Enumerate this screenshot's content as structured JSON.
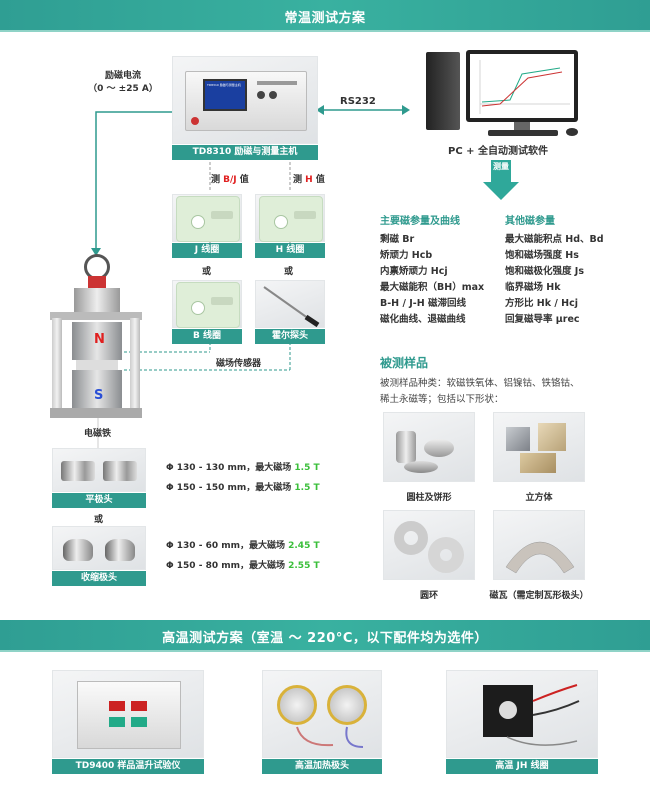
{
  "top_banner": {
    "title": "常温测试方案"
  },
  "main_unit": {
    "label": "TD8310 励磁与测量主机",
    "excitation_title": "励磁电流",
    "excitation_range": "（0 ～ ±25 A）",
    "screen_text": "TD8310 励磁与测量主机"
  },
  "rs232_label": "RS232",
  "pc_label": "PC + 全自动测试软件",
  "measure_arrow_label": "测量",
  "measure_labels": {
    "b_j": {
      "prefix": "测 ",
      "value": "B/J",
      "suffix": " 值"
    },
    "h": {
      "prefix": "测 ",
      "value": "H",
      "suffix": " 值"
    }
  },
  "sensors": {
    "j_coil": "J 线圈",
    "h_coil": "H 线圈",
    "or1": "或",
    "or2": "或",
    "b_coil": "B 线圈",
    "hall_probe": "霍尔探头",
    "sensor_label": "磁场传感器"
  },
  "electromagnet": {
    "label": "电磁铁",
    "n": "N",
    "s": "S"
  },
  "pole_heads": {
    "flat_label": "平极头",
    "or": "或",
    "taper_label": "收缩极头",
    "specs": [
      {
        "dim": "Φ 130 - 130 mm，最大磁场 ",
        "field": "1.5 T"
      },
      {
        "dim": "Φ 150 - 150 mm，最大磁场 ",
        "field": "1.5 T"
      },
      {
        "dim": "Φ 130 - 60 mm，最大磁场 ",
        "field": "2.45 T"
      },
      {
        "dim": "Φ 150 - 80 mm，最大磁场 ",
        "field": "2.55 T"
      }
    ]
  },
  "params": {
    "main_title": "主要磁参量及曲线",
    "other_title": "其他磁参量",
    "main_items": [
      "剩磁 Br",
      "矫顽力 Hcb",
      "内禀矫顽力 Hcj",
      "最大磁能积（BH）max",
      "B-H / J-H 磁滞回线",
      "磁化曲线、退磁曲线"
    ],
    "other_items": [
      "最大磁能积点 Hd、Bd",
      "饱和磁场强度 Hs",
      "饱和磁极化强度 Js",
      "临界磁场 Hk",
      "方形比 Hk / Hcj",
      "回复磁导率 μrec"
    ]
  },
  "samples": {
    "title": "被测样品",
    "desc_line1": "被测样品种类：软磁铁氧体、铝镍钴、铁铬钴、",
    "desc_line2": "稀土永磁等；包括以下形状：",
    "items": [
      "圆柱及饼形",
      "立方体",
      "圆环",
      "磁瓦（需定制瓦形极头）"
    ]
  },
  "bottom_banner": {
    "title": "高温测试方案（室温 ～ 220°C，以下配件均为选件）"
  },
  "high_temp_items": [
    "TD9400 样品温升试验仪",
    "高温加热极头",
    "高温 JH 线圈"
  ],
  "colors": {
    "teal": "#2f9a8e",
    "red": "#e02020",
    "green_value": "#3bbf3b",
    "blue_pole": "#2a4fd6"
  }
}
